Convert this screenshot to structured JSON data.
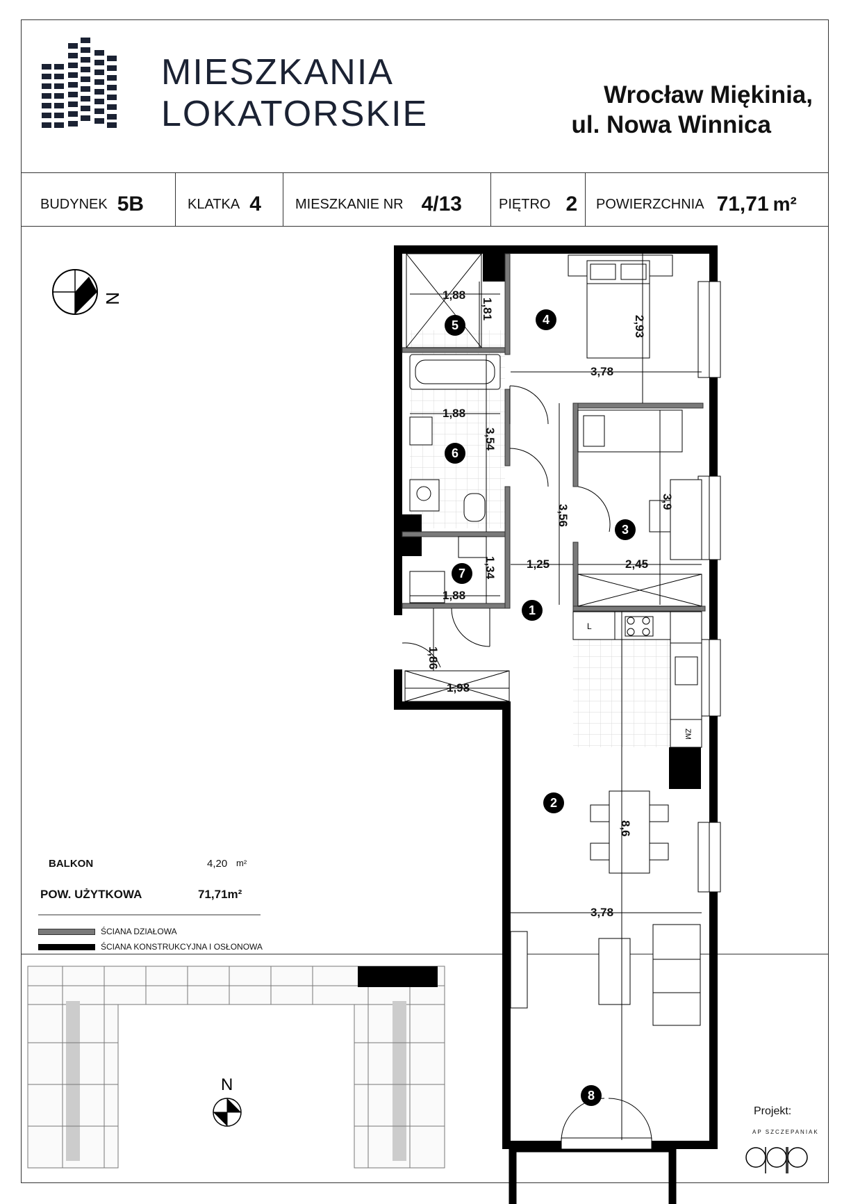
{
  "header": {
    "logo_line1": "MIESZKANIA",
    "logo_line2": "LOKATORSKIE",
    "address_line1": "Wrocław Miękinia,",
    "address_line2": "ul. Nowa Winnica"
  },
  "info": {
    "budynek_label": "BUDYNEK",
    "budynek_value": "5B",
    "klatka_label": "KLATKA",
    "klatka_value": "4",
    "mieszkanie_label": "MIESZKANIE NR",
    "mieszkanie_value": "4/13",
    "pietro_label": "PIĘTRO",
    "pietro_value": "2",
    "powierzchnia_label": "POWIERZCHNIA",
    "powierzchnia_value": "71,71",
    "powierzchnia_unit": "m²"
  },
  "compass_letter": "N",
  "rooms": [
    "1",
    "2",
    "3",
    "4",
    "5",
    "6",
    "7",
    "8"
  ],
  "dimensions": {
    "d1": "1,88",
    "d2": "1,81",
    "d3": "2,93",
    "d4": "3,78",
    "d5": "1,88",
    "d6": "3,54",
    "d7": "3,56",
    "d8": "3,9",
    "d9": "1,25",
    "d10": "2,45",
    "d11": "1,34",
    "d12": "1,88",
    "d13": "1,86",
    "d14": "1,98",
    "d15": "8,6",
    "d16": "3,78"
  },
  "fixtures": {
    "kitchen_l": "L",
    "kitchen_zm": "ZM"
  },
  "summary": {
    "balkon_label": "BALKON",
    "balkon_value": "4,20",
    "balkon_unit": "m²",
    "pow_label": "POW. UŻYTKOWA",
    "pow_value": "71,71m²"
  },
  "legend": {
    "item1": "ŚCIANA DZIAŁOWA",
    "item2": "ŚCIANA KONSTRUKCYJNA I OSŁONOWA"
  },
  "site_compass": "N",
  "footer": {
    "projekt": "Projekt:",
    "firm": "AP SZCZEPANIAK"
  },
  "colors": {
    "logo": "#1b2233",
    "wall": "#000000",
    "partition": "#7a7a7a"
  }
}
